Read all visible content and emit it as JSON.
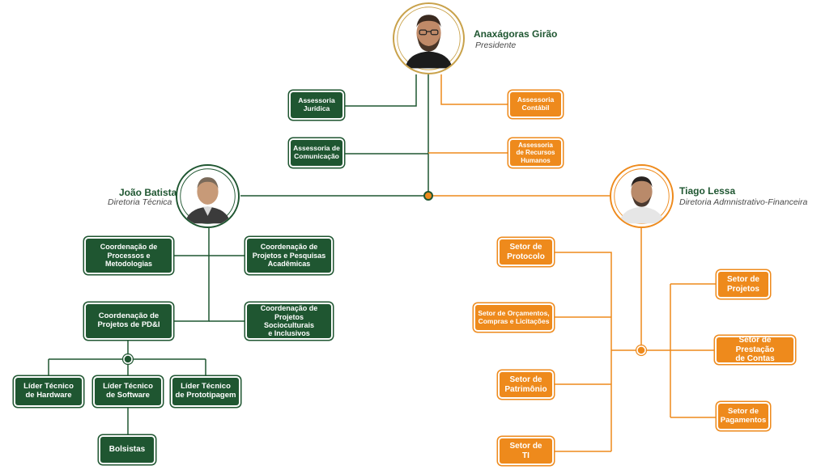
{
  "colors": {
    "green": "#1f5631",
    "orange": "#ee8a1c",
    "gold": "#c9a24b"
  },
  "people": {
    "president": {
      "name": "Anaxágoras Girão",
      "role": "Presidente"
    },
    "technical": {
      "name": "João Batista",
      "role": "Diretoria Técnica"
    },
    "admin": {
      "name": "Tiago Lessa",
      "role": "Diretoria Admnistrativo-Financeira"
    }
  },
  "advisory": {
    "juridica": "Assessoria\nJurídica",
    "comunicacao": "Assessoria de\nComunicação",
    "contabil": "Assessoria\nContábil",
    "rh": "Assessoria\nde Recursos\nHumanos"
  },
  "technical_units": {
    "processos": "Coordenação de\nProcessos e\nMetodologias",
    "pesquisas": "Coordenação de\nProjetos e Pesquisas\nAcadêmicas",
    "pdi": "Coordenação de\nProjetos de PD&I",
    "socioculturais": "Coordenação de\nProjetos Socioculturais\ne Inclusivos",
    "hardware": "Líder Técnico\nde Hardware",
    "software": "Líder Técnico\nde Software",
    "prototipagem": "Líder Técnico\nde Prototipagem",
    "bolsistas": "Bolsistas"
  },
  "admin_units": {
    "protocolo": "Setor de\nProtocolo",
    "orcamentos": "Setor de Orçamentos,\nCompras e Licitações",
    "patrimonio": "Setor de\nPatrimônio",
    "ti": "Setor de\nTI",
    "projetos": "Setor de\nProjetos",
    "prestacao": "Setor de Prestação\nde Contas",
    "pagamentos": "Setor de\nPagamentos"
  }
}
